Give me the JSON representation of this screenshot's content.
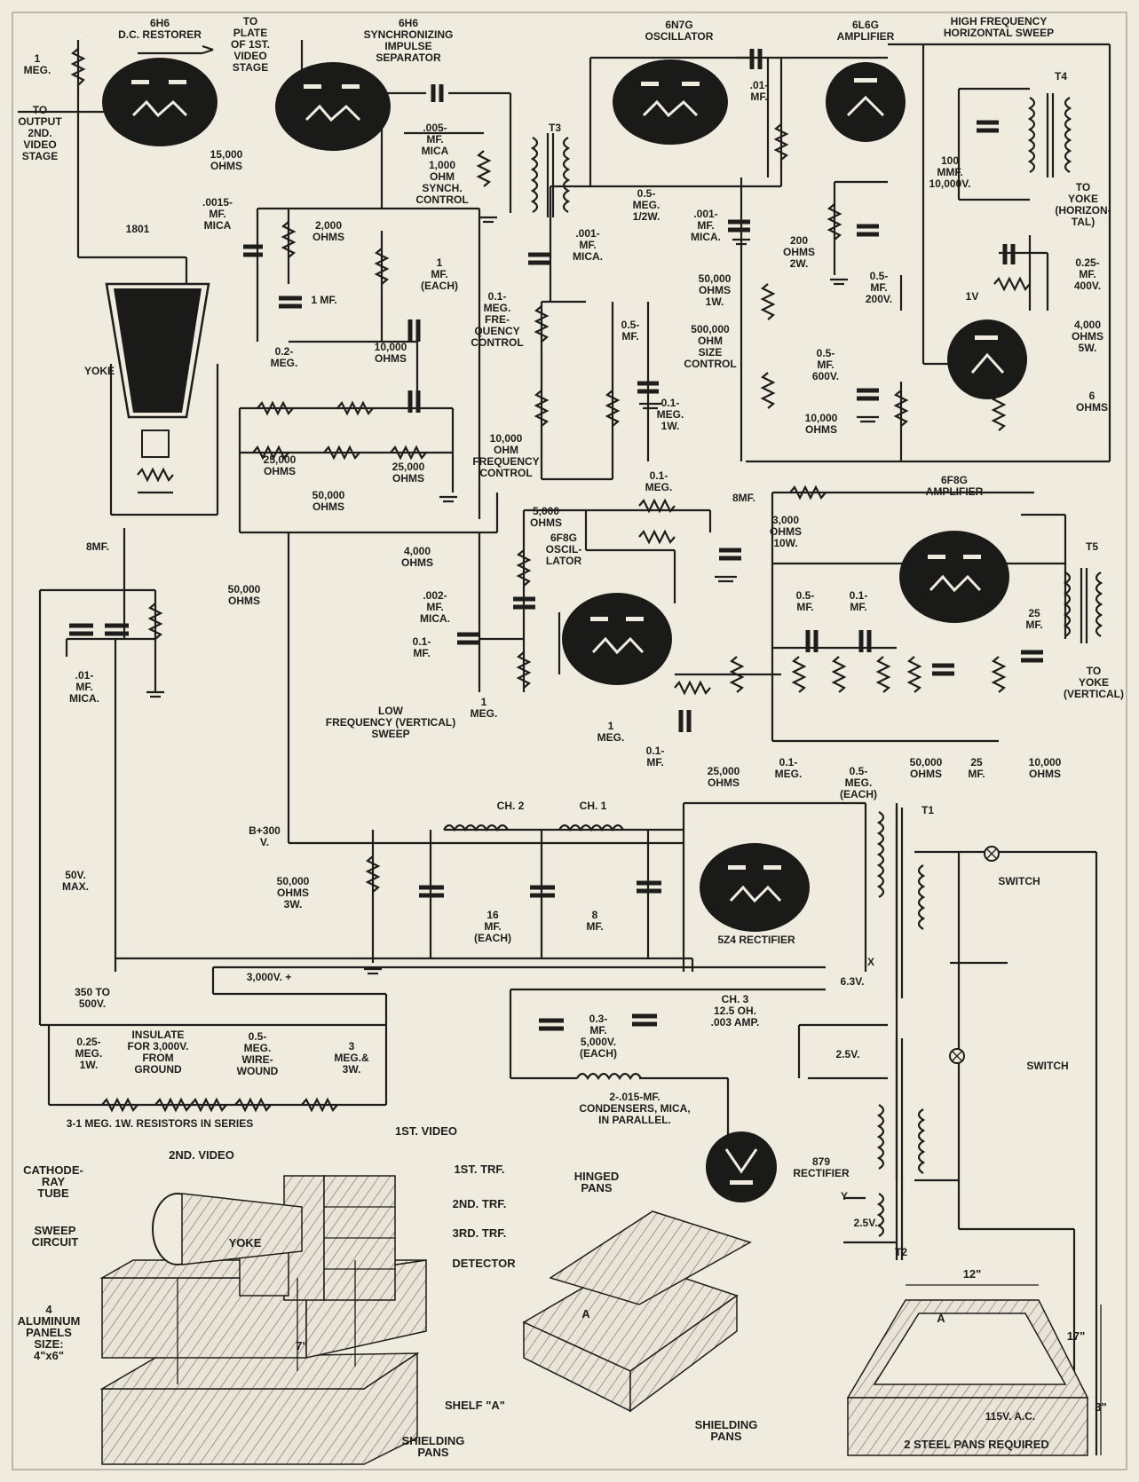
{
  "labels": {
    "tube_6h6_dc": [
      "6H6",
      "D.C. RESTORER"
    ],
    "meg1": [
      "1",
      "MEG."
    ],
    "to_output": [
      "TO",
      "OUTPUT",
      "2ND.",
      "VIDEO",
      "STAGE"
    ],
    "to_plate": [
      "TO",
      "PLATE",
      "OF 1ST.",
      "VIDEO",
      "STAGE"
    ],
    "tube_6h6_sync": [
      "6H6",
      "SYNCHRONIZING",
      "IMPULSE",
      "SEPARATOR"
    ],
    "ohms15000": [
      "15,000",
      "OHMS"
    ],
    "mica0015": [
      ".0015-",
      "MF.",
      "MICA"
    ],
    "ohms2000": [
      "2,000",
      "OHMS"
    ],
    "mf1": "1 MF.",
    "mf1each": [
      "1",
      "MF.",
      "(EACH)"
    ],
    "tube1801": "1801",
    "yoke_crt": "YOKE",
    "meg02": [
      "0.2-",
      "MEG."
    ],
    "ohms10000a": [
      "10,000",
      "OHMS"
    ],
    "ohms25000a": [
      "25,000",
      "OHMS"
    ],
    "ohms50000a": [
      "50,000",
      "OHMS"
    ],
    "ohms25000b": [
      "25,000",
      "OHMS"
    ],
    "mica005": [
      ".005-",
      "MF.",
      "MICA"
    ],
    "synch_control": [
      "1,000",
      "OHM",
      "SYNCH.",
      "CONTROL"
    ],
    "t3": "T3",
    "mica001a": [
      ".001-",
      "MF.",
      "MICA."
    ],
    "freq_control1": [
      "0.1-",
      "MEG.",
      "FRE-",
      "QUENCY",
      "CONTROL"
    ],
    "freq_control2": [
      "10,000",
      "OHM",
      "FREQUENCY",
      "CONTROL"
    ],
    "tube_6n7g": [
      "6N7G",
      "OSCILLATOR"
    ],
    "meg05": [
      "0.5-",
      "MEG.",
      "1/2W."
    ],
    "mica001b": [
      ".001-",
      "MF.",
      "MICA."
    ],
    "mf01": [
      ".01-",
      "MF."
    ],
    "mf05a": [
      "0.5-",
      "MF."
    ],
    "meg01a": [
      "0.1-",
      "MEG.",
      "1W."
    ],
    "ohms50000_1w": [
      "50,000",
      "OHMS",
      "1W."
    ],
    "size_control": [
      "500,000",
      "OHM",
      "SIZE",
      "CONTROL"
    ],
    "tube_6l6g": [
      "6L6G",
      "AMPLIFIER"
    ],
    "ohms200": [
      "200",
      "OHMS",
      "2W."
    ],
    "mf05_200": [
      "0.5-",
      "MF.",
      "200V."
    ],
    "mf05_600": [
      "0.5-",
      "MF.",
      "600V."
    ],
    "ohms10000b": [
      "10,000",
      "OHMS"
    ],
    "hf_sweep": [
      "HIGH FREQUENCY",
      "HORIZONTAL SWEEP"
    ],
    "t4": "T4",
    "mmf100": [
      "100",
      "MMF.",
      "10,000V."
    ],
    "to_yoke_h": [
      "TO",
      "YOKE",
      "(HORIZON-",
      "TAL)"
    ],
    "mf025": [
      "0.25-",
      "MF.",
      "400V."
    ],
    "tube_1v": "1V",
    "ohms4000a": [
      "4,000",
      "OHMS",
      "5W."
    ],
    "ohms6": [
      "6",
      "OHMS"
    ],
    "mf8a": [
      "8MF."
    ],
    "ohms50000b": [
      "50,000",
      "OHMS"
    ],
    "mica01": [
      ".01-",
      "MF.",
      "MICA."
    ],
    "ohms5000": [
      "5,000",
      "OHMS"
    ],
    "ohms4000b": [
      "4,000",
      "OHMS"
    ],
    "mica002": [
      ".002-",
      "MF.",
      "MICA."
    ],
    "mf01b": [
      "0.1-",
      "MF."
    ],
    "tube_6f8g_osc": [
      "6F8G",
      "OSCIL-",
      "LATOR"
    ],
    "meg01b": [
      "0.1-",
      "MEG."
    ],
    "mf8b": "8MF.",
    "ohms3000": [
      "3,000",
      "OHMS",
      "10W."
    ],
    "tube_6f8g_amp": [
      "6F8G",
      "AMPLIFIER"
    ],
    "t5": "T5",
    "mf25a": [
      "25",
      "MF."
    ],
    "to_yoke_v": [
      "TO",
      "YOKE",
      "(VERTICAL)"
    ],
    "lf_sweep": [
      "LOW",
      "FREQUENCY (VERTICAL)",
      "SWEEP"
    ],
    "meg1a": [
      "1",
      "MEG."
    ],
    "meg1b": [
      "1",
      "MEG."
    ],
    "mf01c": [
      "0.1-",
      "MF."
    ],
    "ohms25000c": [
      "25,000",
      "OHMS"
    ],
    "mf05b": [
      "0.5-",
      "MF."
    ],
    "mf01d": [
      "0.1-",
      "MF."
    ],
    "meg01c": [
      "0.1-",
      "MEG."
    ],
    "meg05each": [
      "0.5-",
      "MEG.",
      "(EACH)"
    ],
    "ohms50000c": [
      "50,000",
      "OHMS"
    ],
    "mf25b": [
      "25",
      "MF."
    ],
    "ohms10000c": [
      "10,000",
      "OHMS"
    ],
    "b300": [
      "B+300",
      "V."
    ],
    "ch2": "CH. 2",
    "ch1": "CH. 1",
    "t1": "T1",
    "v50max": [
      "50V.",
      "MAX."
    ],
    "ohms50000_3w": [
      "50,000",
      "OHMS",
      "3W."
    ],
    "mf16each": [
      "16",
      "MF.",
      "(EACH)"
    ],
    "mf8c": [
      "8",
      "MF."
    ],
    "rect5z4": "5Z4 RECTIFIER",
    "switch1": "SWITCH",
    "v63": "6.3V.",
    "v3000": "3,000V. +",
    "v350": [
      "350 TO",
      "500V."
    ],
    "meg025": [
      "0.25-",
      "MEG.",
      "1W."
    ],
    "insulate": [
      "INSULATE",
      "FOR 3,000V.",
      "FROM",
      "GROUND"
    ],
    "meg05ww": [
      "0.5-",
      "MEG.",
      "WIRE-",
      "WOUND"
    ],
    "meg3": [
      "3",
      "MEG.&",
      "3W."
    ],
    "mf03": [
      "0.3-",
      "MF.",
      "5,000V.",
      "(EACH)"
    ],
    "ch3": [
      "CH. 3",
      "12.5 OH.",
      ".003 AMP."
    ],
    "v25a": "2.5V.",
    "switch2": "SWITCH",
    "rect879": [
      "879",
      "RECTIFIER"
    ],
    "v25b": "2.5V.",
    "t2": "T2",
    "ac115": "115V. A.C.",
    "resistors_series": "3-1 MEG. 1W. RESISTORS IN SERIES",
    "condensers": [
      "2-.015-MF.",
      "CONDENSERS, MICA,",
      "IN PARALLEL."
    ],
    "x1": "X",
    "y1": "Y"
  },
  "drawing_labels": {
    "video1": "1ST. VIDEO",
    "video2": "2ND. VIDEO",
    "crt": [
      "CATHODE-",
      "RAY",
      "TUBE"
    ],
    "sweep": [
      "SWEEP",
      "CIRCUIT"
    ],
    "yoke": "YOKE",
    "trf1": "1ST. TRF.",
    "trf2": "2ND. TRF.",
    "trf3": "3RD. TRF.",
    "detector": "DETECTOR",
    "panels": [
      "4",
      "ALUMINUM",
      "PANELS",
      "SIZE:",
      "4\"x6\""
    ],
    "seven": "7\"",
    "shelf": "SHELF \"A\"",
    "shield1": [
      "SHIELDING",
      "PANS"
    ],
    "hinged": [
      "HINGED",
      "PANS"
    ],
    "shield2": [
      "SHIELDING",
      "PANS"
    ],
    "letter_a1": "A",
    "letter_a2": "A",
    "dim12": "12\"",
    "dim17": "17\"",
    "dim3": "3\"",
    "steel": "2 STEEL PANS REQUIRED"
  }
}
